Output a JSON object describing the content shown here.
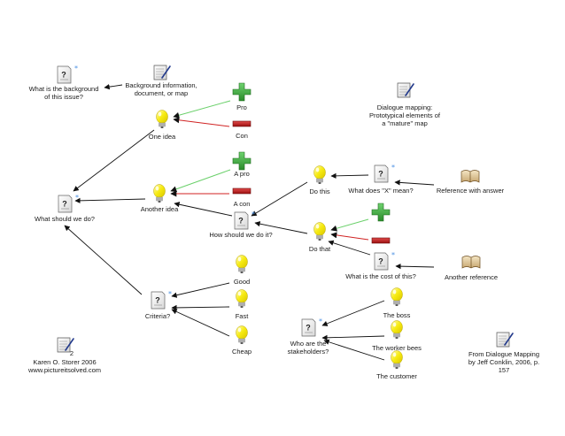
{
  "colors": {
    "edge": "#111111",
    "pro_edge": "#6ad06a",
    "con_edge": "#d02222",
    "question_badge": "#4a90e2",
    "plus": "#2f9b2f",
    "minus": "#b01818",
    "bulb": "#f3e600"
  },
  "icons": {
    "question": "question-icon",
    "idea": "lightbulb-icon",
    "pro": "plus-icon",
    "con": "minus-icon",
    "note": "note-icon",
    "reference": "book-icon"
  },
  "nodes": [
    {
      "id": "background_q",
      "type": "question",
      "label": [
        "What is the background",
        "of this issue?"
      ]
    },
    {
      "id": "background_note",
      "type": "note",
      "label": [
        "Background information,",
        "document, or map"
      ]
    },
    {
      "id": "pro1",
      "type": "pro",
      "label": [
        "Pro"
      ]
    },
    {
      "id": "one_idea",
      "type": "idea",
      "label": [
        "One idea"
      ]
    },
    {
      "id": "con1",
      "type": "con",
      "label": [
        "Con"
      ]
    },
    {
      "id": "title_note",
      "type": "note",
      "label": [
        "Dialogue mapping:",
        "Prototypical elements of",
        "a \"mature\" map"
      ]
    },
    {
      "id": "pro2",
      "type": "pro",
      "label": [
        "A pro"
      ]
    },
    {
      "id": "another_idea",
      "type": "idea",
      "label": [
        "Another idea"
      ]
    },
    {
      "id": "con2",
      "type": "con",
      "label": [
        "A con"
      ]
    },
    {
      "id": "root_q",
      "type": "question",
      "label": [
        "What should we do?"
      ]
    },
    {
      "id": "how_q",
      "type": "question",
      "label": [
        "How should we do it?"
      ]
    },
    {
      "id": "do_this",
      "type": "idea",
      "label": [
        "Do this"
      ]
    },
    {
      "id": "x_q",
      "type": "question",
      "label": [
        "What does \"X\" mean?"
      ]
    },
    {
      "id": "ref_answer",
      "type": "reference",
      "label": [
        "Reference with answer"
      ]
    },
    {
      "id": "do_that",
      "type": "idea",
      "label": [
        "Do that"
      ]
    },
    {
      "id": "pro3",
      "type": "pro",
      "label": []
    },
    {
      "id": "con3",
      "type": "con",
      "label": []
    },
    {
      "id": "cost_q",
      "type": "question",
      "label": [
        "What is the cost of this?"
      ]
    },
    {
      "id": "another_ref",
      "type": "reference",
      "label": [
        "Another reference"
      ]
    },
    {
      "id": "criteria_q",
      "type": "question",
      "label": [
        "Criteria?"
      ]
    },
    {
      "id": "good",
      "type": "idea",
      "label": [
        "Good"
      ]
    },
    {
      "id": "fast",
      "type": "idea",
      "label": [
        "Fast"
      ]
    },
    {
      "id": "cheap",
      "type": "idea",
      "label": [
        "Cheap"
      ]
    },
    {
      "id": "stake_q",
      "type": "question",
      "label": [
        "Who are the",
        "stakeholders?"
      ]
    },
    {
      "id": "boss",
      "type": "idea",
      "label": [
        "The boss"
      ]
    },
    {
      "id": "worker_bees",
      "type": "idea",
      "label": [
        "The worker bees"
      ]
    },
    {
      "id": "customer",
      "type": "idea",
      "label": [
        "The customer"
      ]
    },
    {
      "id": "credit_karen",
      "type": "note",
      "label": [
        "Karen O. Storer 2006",
        "www.pictureitsolved.com"
      ],
      "badge": "2"
    },
    {
      "id": "credit_conklin",
      "type": "note",
      "label": [
        "From Dialogue Mapping",
        "by Jeff Conklin, 2006, p.",
        "157"
      ]
    }
  ],
  "edges": [
    {
      "from": "background_note",
      "to": "background_q",
      "kind": "normal"
    },
    {
      "from": "pro1",
      "to": "one_idea",
      "kind": "pro"
    },
    {
      "from": "con1",
      "to": "one_idea",
      "kind": "con"
    },
    {
      "from": "one_idea",
      "to": "root_q",
      "kind": "normal"
    },
    {
      "from": "pro2",
      "to": "another_idea",
      "kind": "pro"
    },
    {
      "from": "con2",
      "to": "another_idea",
      "kind": "con"
    },
    {
      "from": "another_idea",
      "to": "root_q",
      "kind": "normal"
    },
    {
      "from": "how_q",
      "to": "another_idea",
      "kind": "normal"
    },
    {
      "from": "do_this",
      "to": "how_q",
      "kind": "normal"
    },
    {
      "from": "do_that",
      "to": "how_q",
      "kind": "normal"
    },
    {
      "from": "x_q",
      "to": "do_this",
      "kind": "normal"
    },
    {
      "from": "ref_answer",
      "to": "x_q",
      "kind": "normal"
    },
    {
      "from": "pro3",
      "to": "do_that",
      "kind": "pro"
    },
    {
      "from": "con3",
      "to": "do_that",
      "kind": "con"
    },
    {
      "from": "cost_q",
      "to": "do_that",
      "kind": "normal"
    },
    {
      "from": "another_ref",
      "to": "cost_q",
      "kind": "normal"
    },
    {
      "from": "criteria_q",
      "to": "root_q",
      "kind": "normal"
    },
    {
      "from": "good",
      "to": "criteria_q",
      "kind": "normal"
    },
    {
      "from": "fast",
      "to": "criteria_q",
      "kind": "normal"
    },
    {
      "from": "cheap",
      "to": "criteria_q",
      "kind": "normal"
    },
    {
      "from": "boss",
      "to": "stake_q",
      "kind": "normal"
    },
    {
      "from": "worker_bees",
      "to": "stake_q",
      "kind": "normal"
    },
    {
      "from": "customer",
      "to": "stake_q",
      "kind": "normal"
    }
  ]
}
